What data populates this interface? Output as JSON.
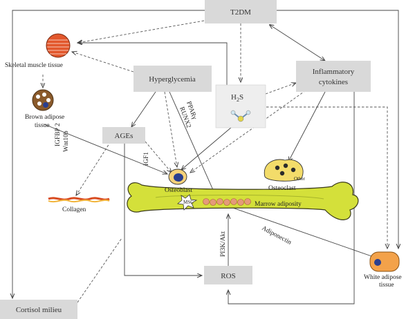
{
  "nodes": {
    "t2dm": "T2DM",
    "hyperglycemia": "Hyperglycemia",
    "inflammatory_line1": "Inflammatory",
    "inflammatory_line2": "cytokines",
    "h2s_main": "H",
    "h2s_sub": "2",
    "h2s_tail": "S",
    "ages": "AGEs",
    "ros": "ROS",
    "cortisol": "Cortisol milieu"
  },
  "labels": {
    "skeletal_muscle": "Skeletal muscle tissue",
    "brown_adipose_line1": "Brown adipose",
    "brown_adipose_line2": "tissue",
    "igfbp2": "IGFBP 2",
    "wnt10b": "Wnt10b",
    "igf1": "IGF1",
    "pparg": "PPARγ",
    "runx2": "RUNX2",
    "collagen": "Collagen",
    "osteoblast": "Osteoblast",
    "osteoclast": "Osteoclast",
    "msc": "MSC",
    "marrow_adiposity": "Marrow adiposity",
    "pi3k": "PI3K/Akt",
    "adiponectin": "Adiponectin",
    "white_adipose_line1": "White adipose",
    "white_adipose_line2": "tissue",
    "osteoclast_small": "Other"
  },
  "colors": {
    "box_fill": "#d9d9d9",
    "bone_fill": "#d4e03a",
    "bone_stroke": "#3a3a1a",
    "muscle": "#e2572c",
    "brown_cell": "#8a5a2b",
    "osteoblast_fill": "#f6d27a",
    "nucleus": "#2a3f8f",
    "osteoclast_fill": "#f3dc6a",
    "collagen": "#d84a1e",
    "white_adipose": "#f3a24a",
    "marrow_cells": "#e59a7a"
  }
}
